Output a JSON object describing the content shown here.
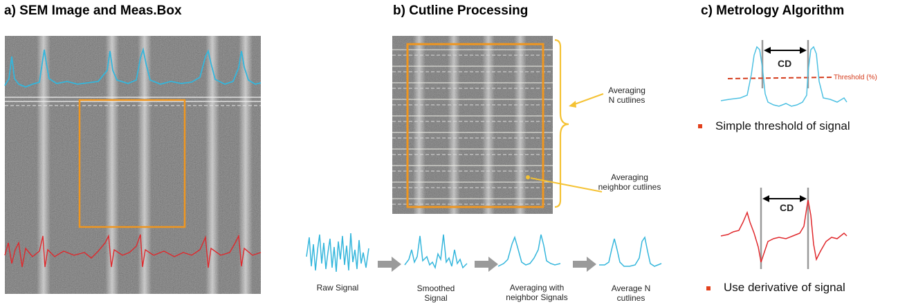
{
  "panels": {
    "a": {
      "title": "a) SEM Image and Meas.Box"
    },
    "b": {
      "title": "b) Cutline Processing",
      "annotation_n_cutlines": [
        "Averaging",
        "N cutlines"
      ],
      "annotation_neighbor": [
        "Averaging",
        "neighbor cutlines"
      ],
      "steps": [
        {
          "label": [
            "Raw Signal"
          ]
        },
        {
          "label": [
            "Smoothed",
            "Signal"
          ]
        },
        {
          "label": [
            "Averaging with",
            "neighbor Signals"
          ]
        },
        {
          "label": [
            "Average N",
            "cutlines"
          ]
        }
      ]
    },
    "c": {
      "title": "c) Metrology Algorithm",
      "cd_label": "CD",
      "threshold_label": "Threshold (%)",
      "method_1": "Simple threshold of signal",
      "method_2": "Use derivative of signal"
    }
  },
  "colors": {
    "orange_box": "#f0961e",
    "cyan_signal": "#34b6dc",
    "red_signal": "#e0282c",
    "bracket": "#f5c233",
    "bullet": "#e2401c",
    "threshold_line": "#d43a1a",
    "arrow_gray": "#9a9a9a"
  }
}
